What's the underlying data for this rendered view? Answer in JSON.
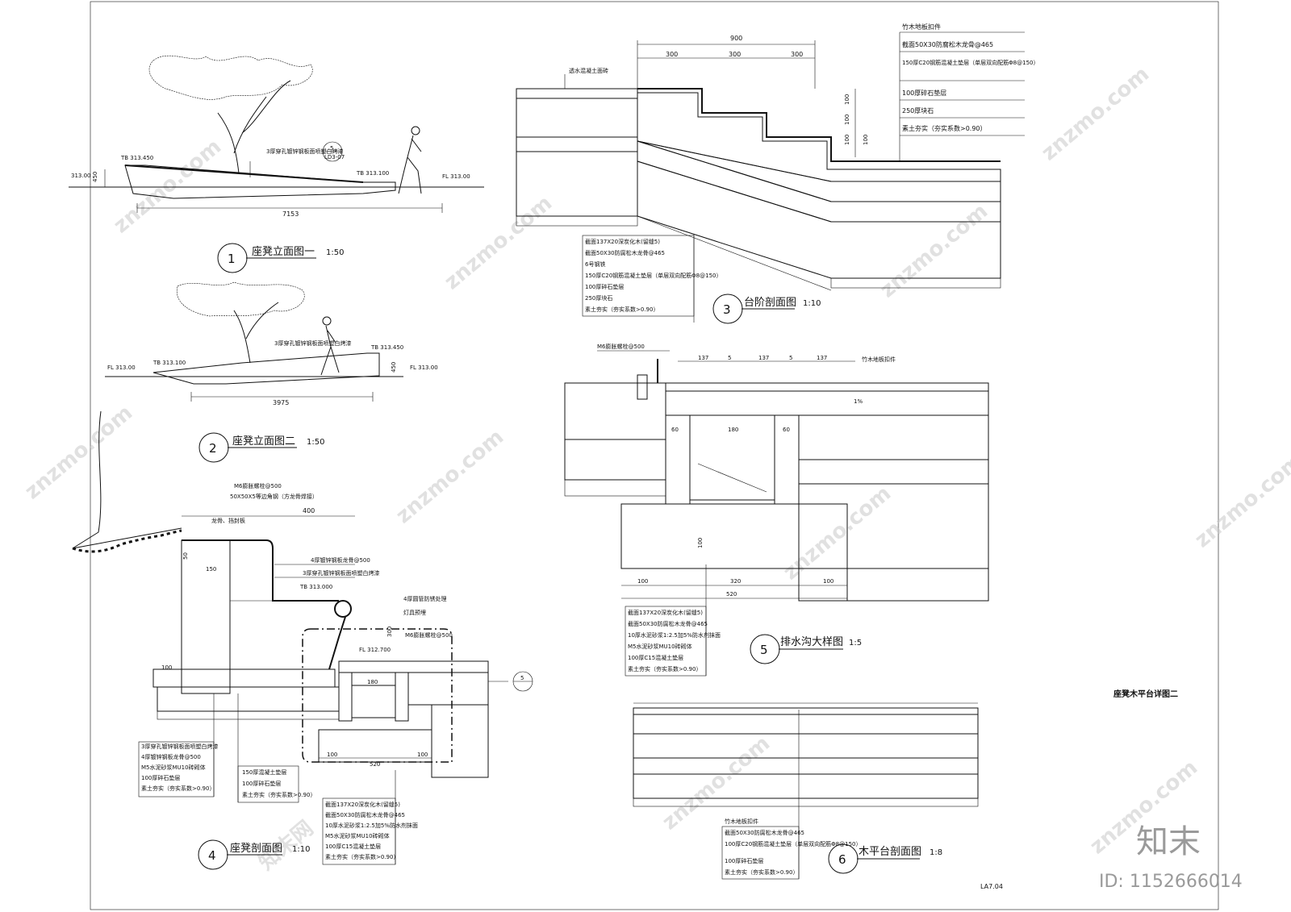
{
  "sheet": {
    "title": "座凳木平台详图二",
    "sheet_no": "LA7.04",
    "brand": "知末",
    "id_label": "ID: 1152666014",
    "watermark": "znzmo.com",
    "watermark_cn": "知末网"
  },
  "drawings": {
    "d1": {
      "num": "1",
      "title": "座凳立面图一",
      "scale": "1:50",
      "labels": {
        "tb1": "TB 313.450",
        "tb2": "TB 313.100",
        "fl_left": "313.00",
        "fl_right": "FL 313.00",
        "h": "450",
        "len": "7153",
        "note": "3厚穿孔镀锌钢板面喷塑白烤漆",
        "ref_num": "5",
        "ref_sheet": "LD3-07"
      }
    },
    "d2": {
      "num": "2",
      "title": "座凳立面图二",
      "scale": "1:50",
      "labels": {
        "fl_left": "FL 313.00",
        "tb1": "TB 313.100",
        "tb2": "TB 313.450",
        "fl_right": "FL 313.00",
        "h": "450",
        "len": "3975",
        "note": "3厚穿孔镀锌钢板面喷塑白烤漆"
      }
    },
    "d3": {
      "num": "3",
      "title": "台阶剖面图",
      "scale": "1:10",
      "dims": {
        "total": "900",
        "seg1": "300",
        "seg2": "300",
        "seg3": "300",
        "rise1": "100",
        "rise2": "100",
        "rise3": "100",
        "rise4": "100"
      },
      "top_note": "透水混凝土面砖",
      "legend_right": [
        "竹木地板扣件",
        "截面50X30防腐松木龙骨@465",
        "150厚C20钢筋混凝土垫层（单层双向配筋Φ8@150）",
        "100厚碎石垫层",
        "250厚块石",
        "素土夯实（夯实系数>0.90）"
      ],
      "legend_left": [
        "截面137X20深炭化木(留缝5)",
        "截面50X30防腐松木龙骨@465",
        "6号钢铁",
        "150厚C20钢筋混凝土垫层（单层双向配筋Φ8@150）",
        "100厚碎石垫层",
        "250厚块石",
        "素土夯实（夯实系数>0.90）"
      ]
    },
    "d4": {
      "num": "4",
      "title": "座凳剖面图",
      "scale": "1:10",
      "labels": {
        "bolt": "M6膨胀螺栓@500",
        "angle": "50X50X5等边角钢（方龙骨焊接）",
        "w_total": "400",
        "d50": "50",
        "d150": "150",
        "d100": "100",
        "d180": "180",
        "d300": "300",
        "d520": "520",
        "d100b": "100",
        "d100c": "100",
        "keel": "龙骨、挡封板",
        "n1": "4厚镀锌钢板龙骨@500",
        "n2": "3厚穿孔镀锌钢板面喷塑白烤漆",
        "tb": "TB 313.000",
        "n3": "4厚圆管防锈处理",
        "n4": "灯具预埋",
        "bolt2": "M6膨胀螺栓@500",
        "fl": "FL 312.700",
        "ref_num": "5"
      },
      "legend_a": [
        "3厚穿孔镀锌钢板面喷塑白烤漆",
        "4厚镀锌钢板龙骨@500",
        "M5水泥砂浆MU10砖砌体",
        "100厚碎石垫层",
        "素土夯实（夯实系数>0.90）"
      ],
      "legend_b": [
        "150厚混凝土垫层",
        "100厚碎石垫层",
        "素土夯实（夯实系数>0.90）"
      ],
      "legend_c": [
        "截面137X20深炭化木(留缝5)",
        "截面50X30防腐松木龙骨@465",
        "10厚水泥砂浆1:2.5加5%防水剂抹面",
        "M5水泥砂浆MU10砖砌体",
        "100厚C15混凝土垫层",
        "素土夯实（夯实系数>0.90）"
      ]
    },
    "d5": {
      "num": "5",
      "title": "排水沟大样图",
      "scale": "1:5",
      "dims": {
        "d137a": "137",
        "d5a": "5",
        "d137b": "137",
        "d5b": "5",
        "d137c": "137",
        "d60a": "60",
        "d180": "180",
        "d60b": "60",
        "d100a": "100",
        "d320": "320",
        "d100b": "100",
        "d520": "520",
        "d100v": "100",
        "slope": "1%"
      },
      "bolt": "M6膨胀螺栓@500",
      "clip": "竹木地板扣件",
      "legend": [
        "截面137X20深炭化木(留缝5)",
        "截面50X30防腐松木龙骨@465",
        "10厚水泥砂浆1:2.5加5%防水剂抹面",
        "M5水泥砂浆MU10砖砌体",
        "100厚C15混凝土垫层",
        "素土夯实（夯实系数>0.90）"
      ]
    },
    "d6": {
      "num": "6",
      "title": "木平台剖面图",
      "scale": "1:8",
      "legend": [
        "竹木地板扣件",
        "截面50X30防腐松木龙骨@465",
        "100厚C20钢筋混凝土垫层（单层双向配筋Φ8@150）",
        "100厚碎石垫层",
        "素土夯实（夯实系数>0.90）"
      ]
    }
  }
}
